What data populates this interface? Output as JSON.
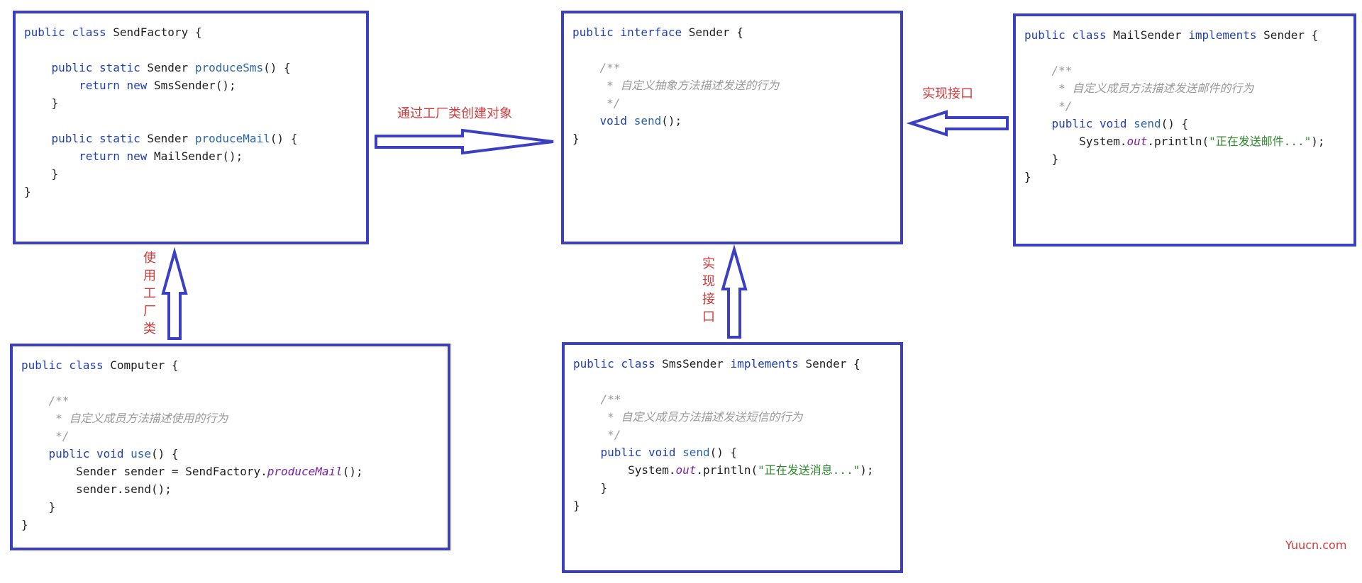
{
  "boxes": {
    "send_factory": {
      "lines": [
        [
          {
            "t": "public class ",
            "c": "kw"
          },
          {
            "t": "SendFactory {",
            "c": "plain"
          }
        ],
        [],
        [
          {
            "t": "    public static ",
            "c": "kw"
          },
          {
            "t": "Sender ",
            "c": "plain"
          },
          {
            "t": "produceSms",
            "c": "fn"
          },
          {
            "t": "() {",
            "c": "plain"
          }
        ],
        [
          {
            "t": "        return new ",
            "c": "kw"
          },
          {
            "t": "SmsSender();",
            "c": "plain"
          }
        ],
        [
          {
            "t": "    }",
            "c": "plain"
          }
        ],
        [],
        [
          {
            "t": "    public static ",
            "c": "kw"
          },
          {
            "t": "Sender ",
            "c": "plain"
          },
          {
            "t": "produceMail",
            "c": "fn"
          },
          {
            "t": "() {",
            "c": "plain"
          }
        ],
        [
          {
            "t": "        return new ",
            "c": "kw"
          },
          {
            "t": "MailSender();",
            "c": "plain"
          }
        ],
        [
          {
            "t": "    }",
            "c": "plain"
          }
        ],
        [
          {
            "t": "}",
            "c": "plain"
          }
        ]
      ]
    },
    "sender_interface": {
      "lines": [
        [
          {
            "t": "public interface ",
            "c": "kw"
          },
          {
            "t": "Sender {",
            "c": "plain"
          }
        ],
        [],
        [
          {
            "t": "    /**",
            "c": "cm"
          }
        ],
        [
          {
            "t": "     * 自定义抽象方法描述发送的行为",
            "c": "cm"
          }
        ],
        [
          {
            "t": "     */",
            "c": "cm"
          }
        ],
        [
          {
            "t": "    void ",
            "c": "kw"
          },
          {
            "t": "send",
            "c": "fn"
          },
          {
            "t": "();",
            "c": "plain"
          }
        ],
        [
          {
            "t": "}",
            "c": "plain"
          }
        ]
      ]
    },
    "mail_sender": {
      "lines": [
        [
          {
            "t": "public class ",
            "c": "kw"
          },
          {
            "t": "MailSender ",
            "c": "plain"
          },
          {
            "t": "implements ",
            "c": "kw"
          },
          {
            "t": "Sender {",
            "c": "plain"
          }
        ],
        [],
        [
          {
            "t": "    /**",
            "c": "cm"
          }
        ],
        [
          {
            "t": "     * 自定义成员方法描述发送邮件的行为",
            "c": "cm"
          }
        ],
        [
          {
            "t": "     */",
            "c": "cm"
          }
        ],
        [
          {
            "t": "    public void ",
            "c": "kw"
          },
          {
            "t": "send",
            "c": "fn"
          },
          {
            "t": "() {",
            "c": "plain"
          }
        ],
        [
          {
            "t": "        System.",
            "c": "plain"
          },
          {
            "t": "out",
            "c": "sm"
          },
          {
            "t": ".println(",
            "c": "plain"
          },
          {
            "t": "\"正在发送邮件...\"",
            "c": "st"
          },
          {
            "t": ");",
            "c": "plain"
          }
        ],
        [
          {
            "t": "    }",
            "c": "plain"
          }
        ],
        [
          {
            "t": "}",
            "c": "plain"
          }
        ]
      ]
    },
    "computer": {
      "lines": [
        [
          {
            "t": "public class ",
            "c": "kw"
          },
          {
            "t": "Computer {",
            "c": "plain"
          }
        ],
        [],
        [
          {
            "t": "    /**",
            "c": "cm"
          }
        ],
        [
          {
            "t": "     * 自定义成员方法描述使用的行为",
            "c": "cm"
          }
        ],
        [
          {
            "t": "     */",
            "c": "cm"
          }
        ],
        [
          {
            "t": "    public void ",
            "c": "kw"
          },
          {
            "t": "use",
            "c": "fn"
          },
          {
            "t": "() {",
            "c": "plain"
          }
        ],
        [
          {
            "t": "        Sender sender = SendFactory.",
            "c": "plain"
          },
          {
            "t": "produceMail",
            "c": "it"
          },
          {
            "t": "();",
            "c": "plain"
          }
        ],
        [
          {
            "t": "        sender.send();",
            "c": "plain"
          }
        ],
        [
          {
            "t": "    }",
            "c": "plain"
          }
        ],
        [
          {
            "t": "}",
            "c": "plain"
          }
        ]
      ]
    },
    "sms_sender": {
      "lines": [
        [
          {
            "t": "public class ",
            "c": "kw"
          },
          {
            "t": "SmsSender ",
            "c": "plain"
          },
          {
            "t": "implements ",
            "c": "kw"
          },
          {
            "t": "Sender {",
            "c": "plain"
          }
        ],
        [],
        [
          {
            "t": "    /**",
            "c": "cm"
          }
        ],
        [
          {
            "t": "     * 自定义成员方法描述发送短信的行为",
            "c": "cm"
          }
        ],
        [
          {
            "t": "     */",
            "c": "cm"
          }
        ],
        [
          {
            "t": "    public void ",
            "c": "kw"
          },
          {
            "t": "send",
            "c": "fn"
          },
          {
            "t": "() {",
            "c": "plain"
          }
        ],
        [
          {
            "t": "        System.",
            "c": "plain"
          },
          {
            "t": "out",
            "c": "sm"
          },
          {
            "t": ".println(",
            "c": "plain"
          },
          {
            "t": "\"正在发送消息...\"",
            "c": "st"
          },
          {
            "t": ");",
            "c": "plain"
          }
        ],
        [
          {
            "t": "    }",
            "c": "plain"
          }
        ],
        [
          {
            "t": "}",
            "c": "plain"
          }
        ]
      ]
    }
  },
  "labels": {
    "factory_to_interface": "通过工厂类创建对象",
    "mail_implements": "实现接口",
    "sms_implements": "实现接口",
    "computer_uses_factory": "使用工厂类"
  },
  "watermark": "Yuucn.com",
  "colors": {
    "box_border": "#3b3fc4",
    "arrow": "#3b3fc4",
    "label": "#d23b3b",
    "keyword": "#1f3fb0",
    "comment": "#9a9a9a",
    "string": "#2d8a2d"
  }
}
